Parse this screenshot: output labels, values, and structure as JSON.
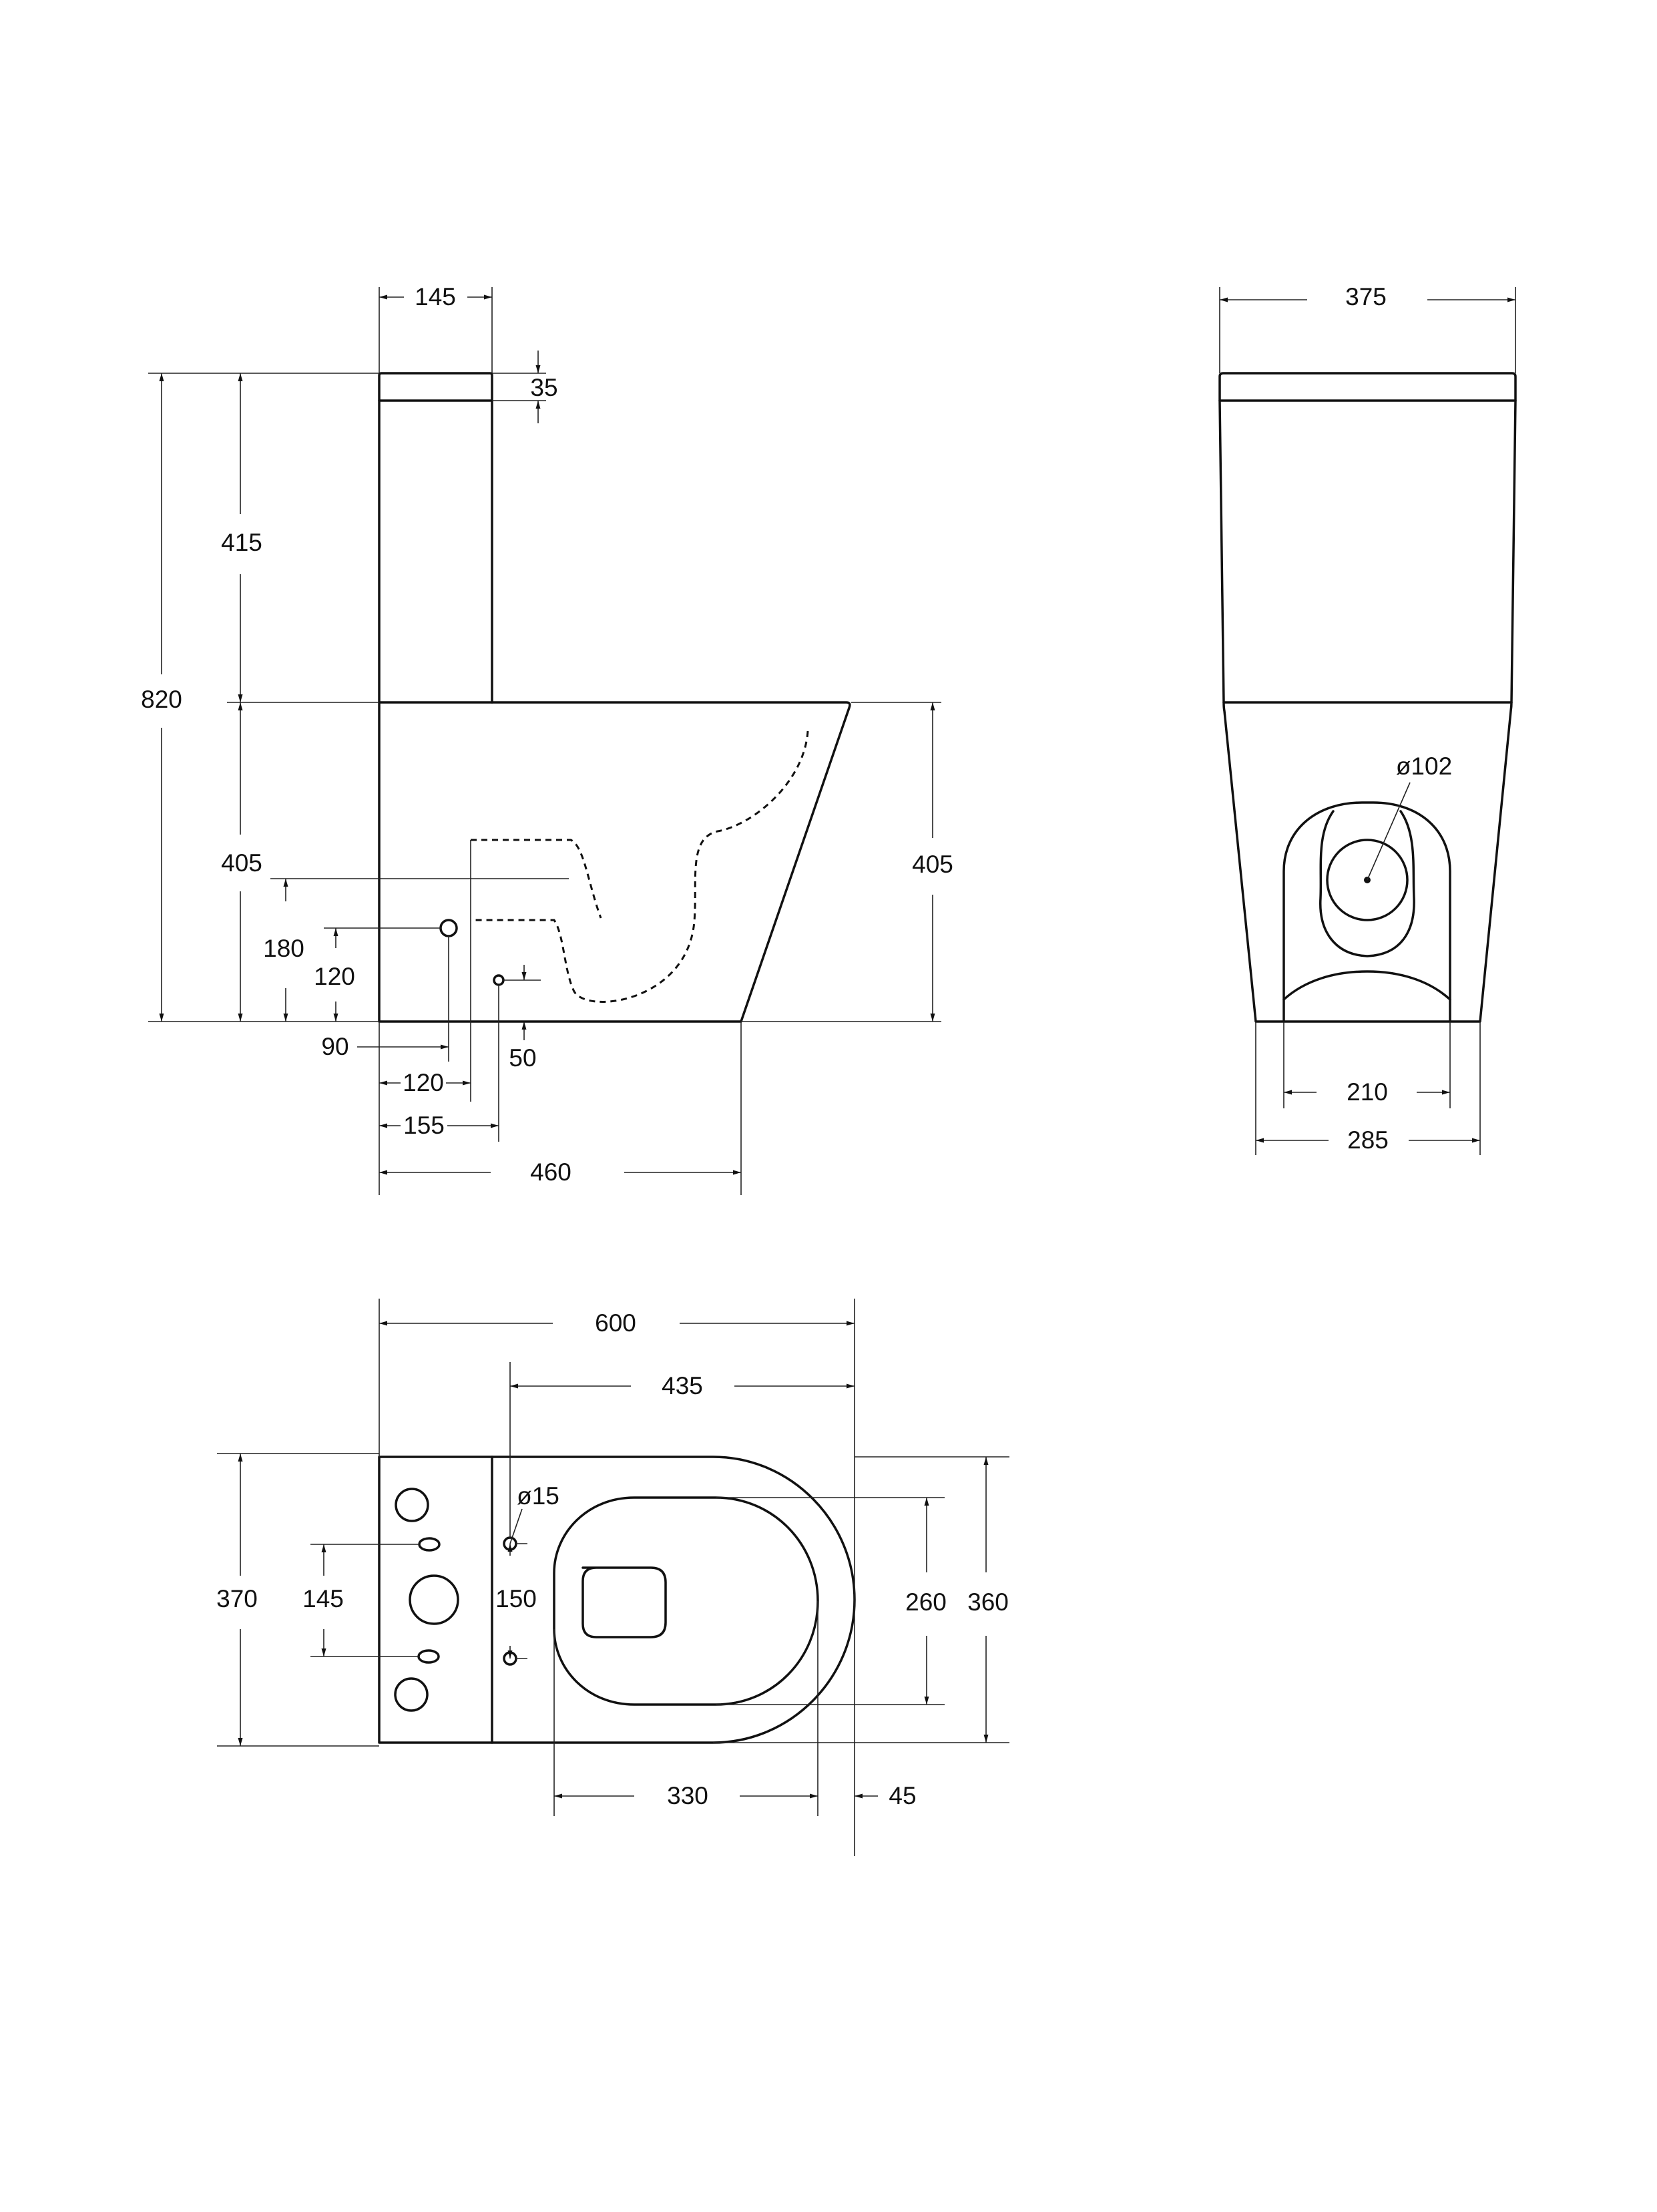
{
  "drawing": {
    "side_view": {
      "dims": {
        "tank_depth": "145",
        "lid_height": "35",
        "tank_height": "415",
        "total_height": "820",
        "bowl_height_left": "405",
        "bowl_height_right": "405",
        "inlet_height": "180",
        "outlet_height": "120",
        "inlet_offset": "90",
        "outlet_offset": "120",
        "mount_offset": "155",
        "mount_height": "50",
        "total_depth": "460"
      }
    },
    "front_view": {
      "dims": {
        "tank_width": "375",
        "outlet_diameter": "ø102",
        "base_inner_width": "210",
        "base_width": "285"
      }
    },
    "top_view": {
      "dims": {
        "total_length": "600",
        "bolt_to_front": "435",
        "tank_width": "370",
        "tank_holes_spacing": "145",
        "bolt_hole_diameter": "ø15",
        "bolt_spacing": "150",
        "seat_width": "260",
        "bowl_width": "360",
        "seat_length": "330",
        "rim_overhang": "45"
      }
    }
  }
}
